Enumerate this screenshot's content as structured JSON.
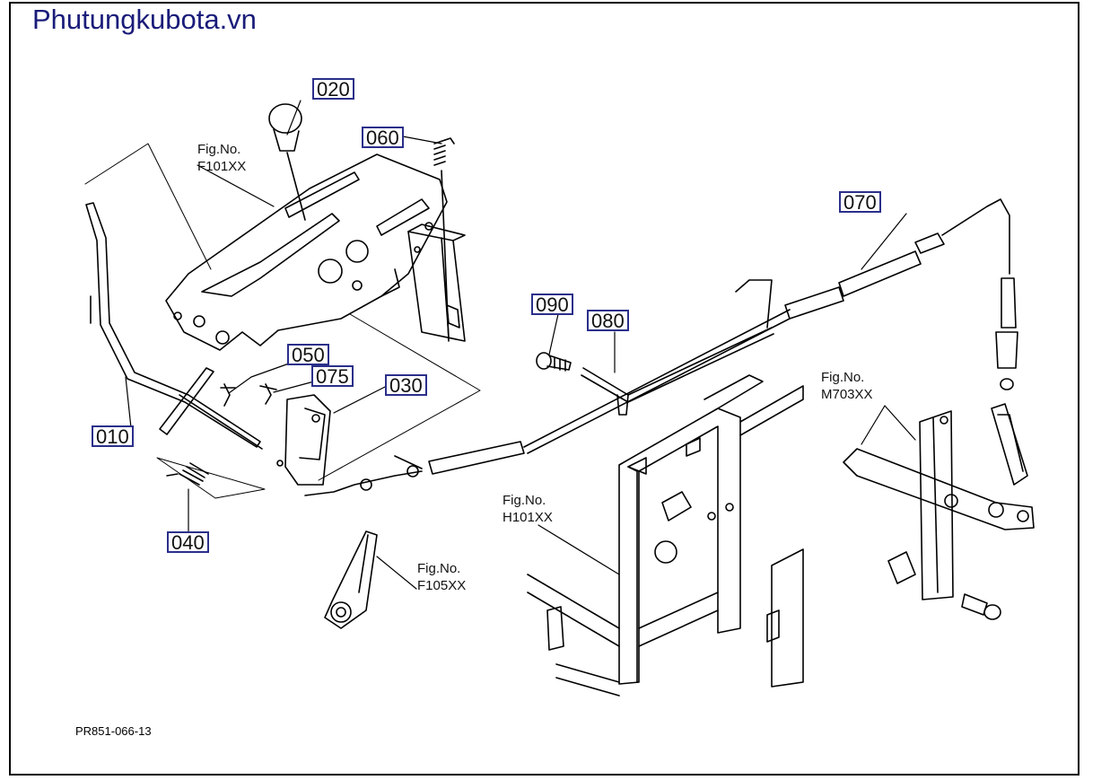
{
  "header": {
    "brand": "Phutungkubota.vn"
  },
  "footer": {
    "drawing_code": "PR851-066-13"
  },
  "parts": [
    {
      "id": "010",
      "label": "010"
    },
    {
      "id": "020",
      "label": "020"
    },
    {
      "id": "030",
      "label": "030"
    },
    {
      "id": "040",
      "label": "040"
    },
    {
      "id": "050",
      "label": "050"
    },
    {
      "id": "060",
      "label": "060"
    },
    {
      "id": "070",
      "label": "070"
    },
    {
      "id": "075",
      "label": "075"
    },
    {
      "id": "080",
      "label": "080"
    },
    {
      "id": "090",
      "label": "090"
    }
  ],
  "figure_refs": [
    {
      "id": "F101XX",
      "line1": "Fig.No.",
      "line2": "F101XX"
    },
    {
      "id": "F105XX",
      "line1": "Fig.No.",
      "line2": "F105XX"
    },
    {
      "id": "H101XX",
      "line1": "Fig.No.",
      "line2": "H101XX"
    },
    {
      "id": "M703XX",
      "line1": "Fig.No.",
      "line2": "M703XX"
    }
  ]
}
